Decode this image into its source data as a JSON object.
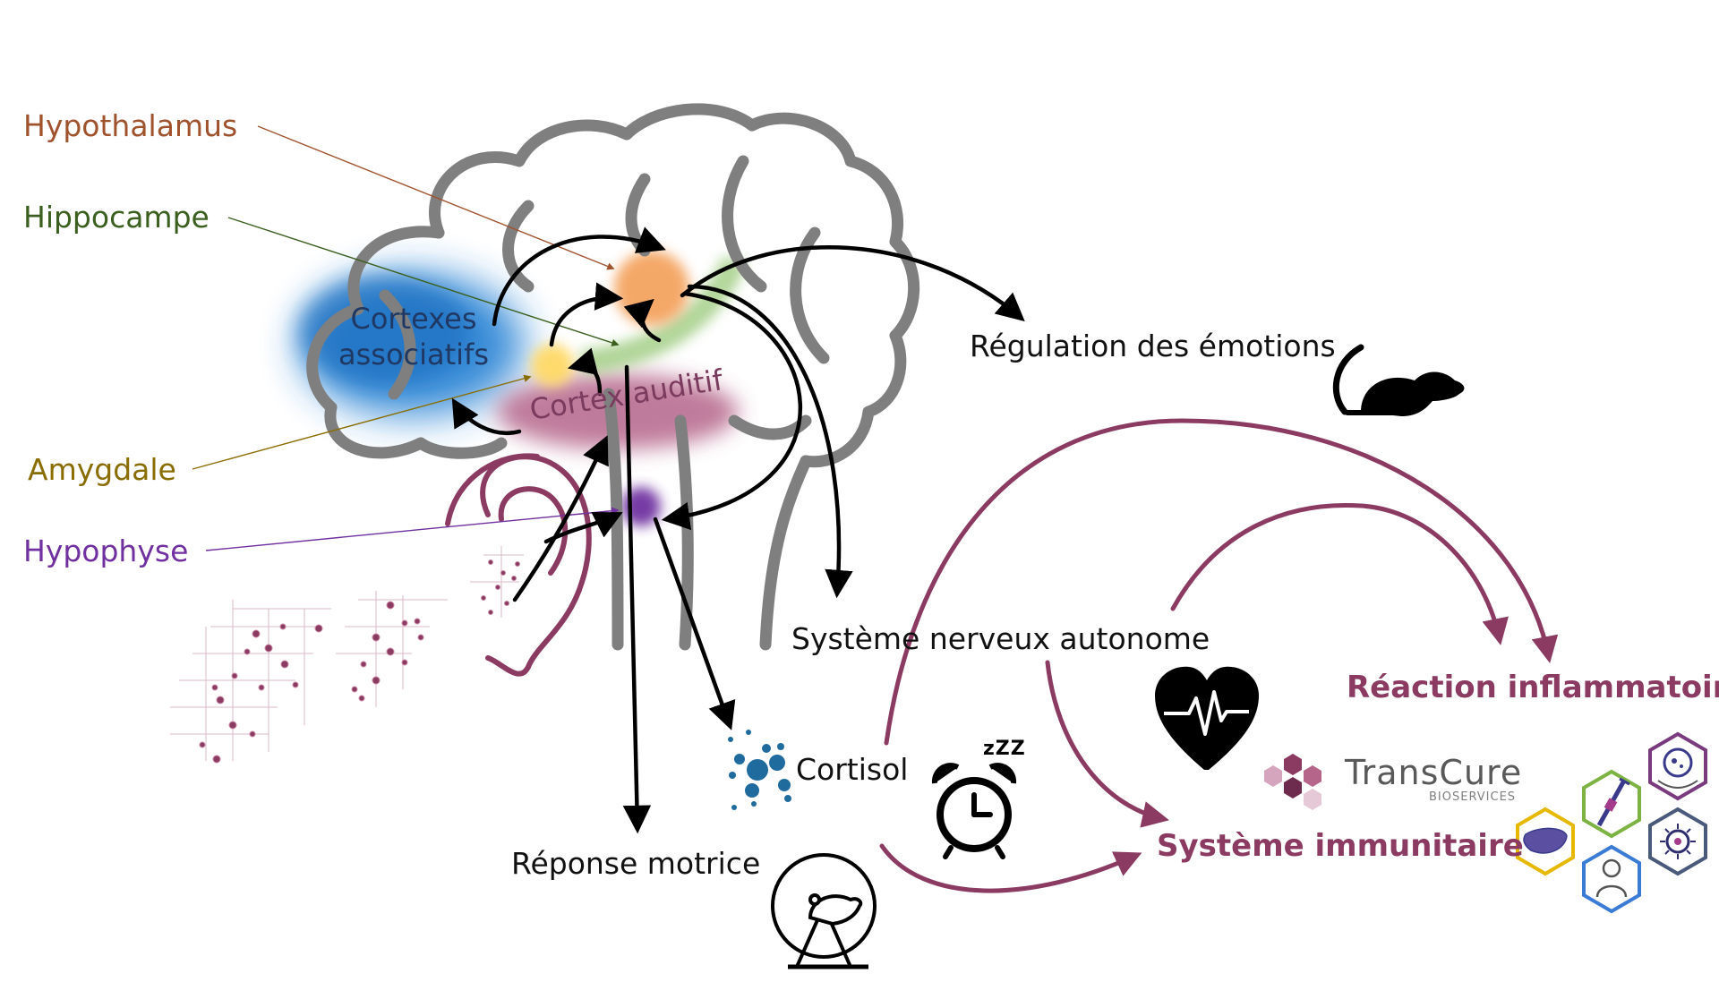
{
  "regions": {
    "hypothalamus": "Hypothalamus",
    "hippocampe": "Hippocampe",
    "amygdale": "Amygdale",
    "hypophyse": "Hypophyse",
    "cortexes_associatifs_line1": "Cortexes",
    "cortexes_associatifs_line2": "associatifs",
    "cortex_auditif": "Cortex auditif"
  },
  "outcomes": {
    "regulation_emotions": "Régulation des émotions",
    "systeme_nerveux_autonome": "Système nerveux autonome",
    "cortisol": "Cortisol",
    "reponse_motrice": "Réponse motrice",
    "reaction_inflammatoire": "Réaction inflammatoire",
    "systeme_immunitaire": "Système immunitaire"
  },
  "logo": {
    "name": "TransCure",
    "sub": "BIOSERVICES"
  },
  "sleep_glyph": "zZZ",
  "colors": {
    "hypothalamus": "#a0522d",
    "hippocampe": "#3a5f1e",
    "amygdale": "#8a6d00",
    "hypophyse": "#7030a0",
    "cortex_text": "#1f3864",
    "cortex_auditif_text": "#7a3b5e",
    "plum": "#8b3a62",
    "brain_outline": "#7f7f7f",
    "arrow": "#000000",
    "blue_blob": "#2e86d6",
    "orange_blob": "#f4a460",
    "green_band": "#a9d18e",
    "yellow_blob": "#ffd966",
    "purple_blob": "#7030a0",
    "auditory_blob": "#b5658a"
  },
  "icons": [
    "mouse-icon",
    "heart-rate-icon",
    "alarm-clock-icon",
    "cortisol-molecules-icon",
    "mouse-wheel-icon",
    "ear-icon",
    "sound-waves-icon",
    "hexagon-liver-icon",
    "hexagon-syringe-icon",
    "hexagon-cell-icon",
    "hexagon-virus-icon",
    "hexagon-patient-icon",
    "transcure-hexagons-icon"
  ]
}
